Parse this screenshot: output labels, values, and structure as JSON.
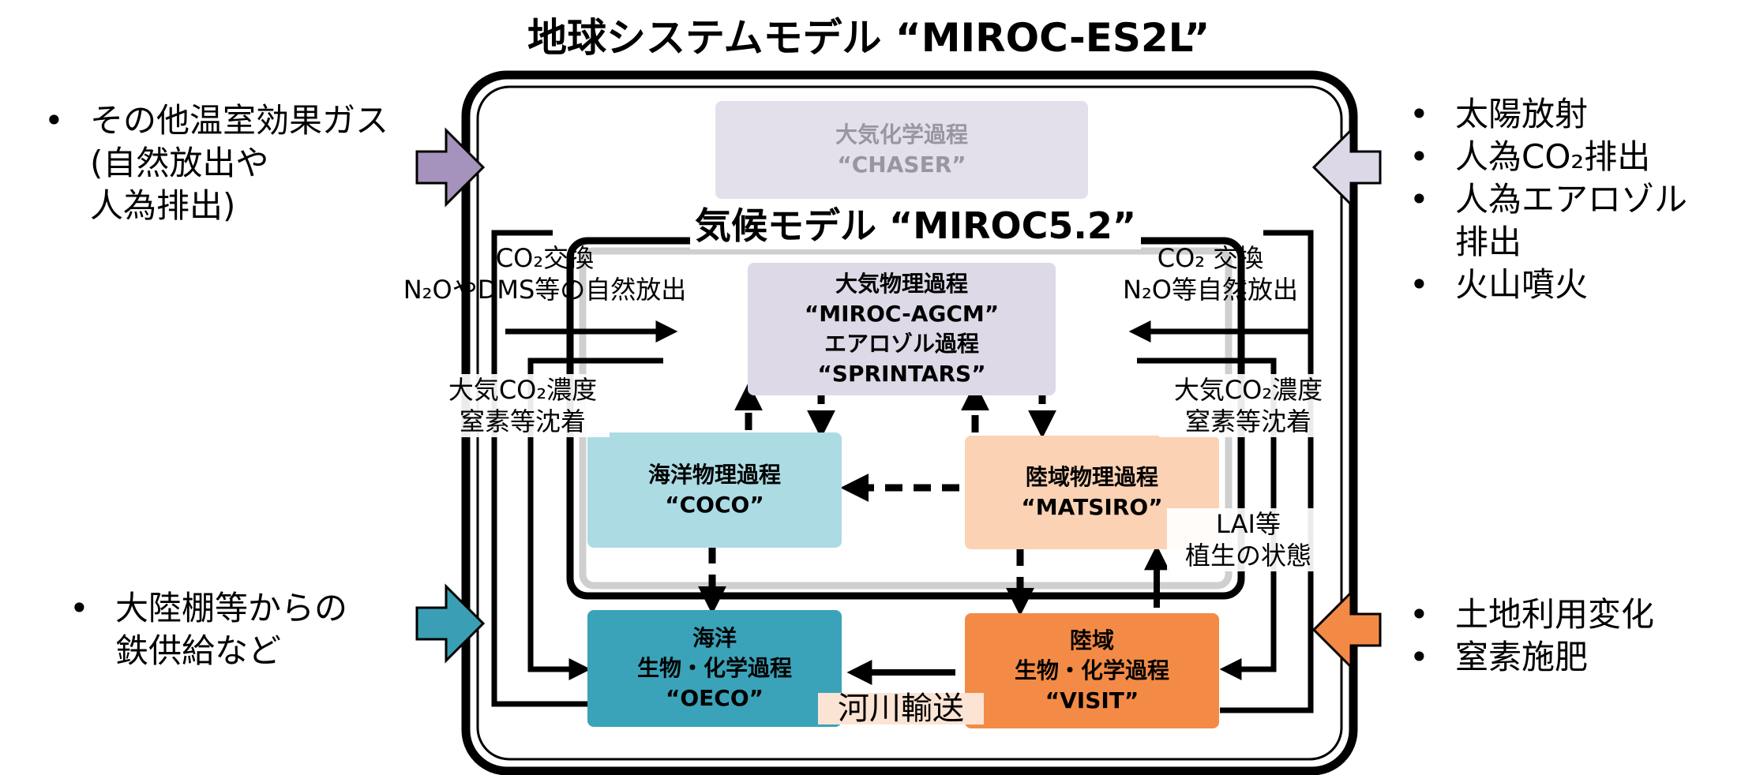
{
  "title": "地球システムモデル “MIROC-ES2L”",
  "inner_title": "気候モデル “MIROC5.2”",
  "left_top": {
    "items": [
      "その他温室効果ガス",
      "(自然放出や",
      " 人為排出)"
    ]
  },
  "left_bottom": {
    "items": [
      "大陸棚等からの",
      "鉄供給など"
    ]
  },
  "right_top": {
    "items": [
      "太陽放射",
      "人為CO₂排出",
      "人為エアロゾル",
      "排出",
      "火山噴火"
    ]
  },
  "right_bottom": {
    "items": [
      "土地利用変化",
      "窒素施肥"
    ]
  },
  "boxes": {
    "chaser": {
      "line1": "大気化学過程",
      "line2": "“CHASER”"
    },
    "agcm": {
      "line1": "大気物理過程",
      "line2": "“MIROC-AGCM”",
      "line3": "エアロゾル過程",
      "line4": "“SPRINTARS”"
    },
    "coco": {
      "line1": "海洋物理過程",
      "line2": "“COCO”"
    },
    "matsiro": {
      "line1": "陸域物理過程",
      "line2": "“MATSIRO”"
    },
    "oeco": {
      "line1": "海洋",
      "line2": "生物・化学過程",
      "line3": "“OECO”"
    },
    "visit": {
      "line1": "陸域",
      "line2": "生物・化学過程",
      "line3": "“VISIT”"
    }
  },
  "labels": {
    "left_exchange_1": "CO₂交換",
    "left_exchange_2": "N₂OやDMS等の自然放出",
    "right_exchange_1": "CO₂ 交換",
    "right_exchange_2": "N₂O等自然放出",
    "left_deposition_1": "大気CO₂濃度",
    "left_deposition_2": "窒素等沈着",
    "right_deposition_1": "大気CO₂濃度",
    "right_deposition_2": "窒素等沈着",
    "lai_1": "LAI等",
    "lai_2": "植生の状態",
    "river": "河川輸送"
  },
  "colors": {
    "chaser_fill": "#e3dfeb",
    "chaser_text": "#9a96a0",
    "agcm_fill": "#ddd9e6",
    "coco_fill": "#acdbe4",
    "matsiro_fill": "#fbd2b4",
    "oeco_fill": "#3aa3b9",
    "visit_fill": "#f38b46",
    "arrow_purple": "#a592bd",
    "arrow_lavender": "#ddd8e8",
    "arrow_teal": "#3a9fb5",
    "arrow_orange": "#f28a45"
  }
}
